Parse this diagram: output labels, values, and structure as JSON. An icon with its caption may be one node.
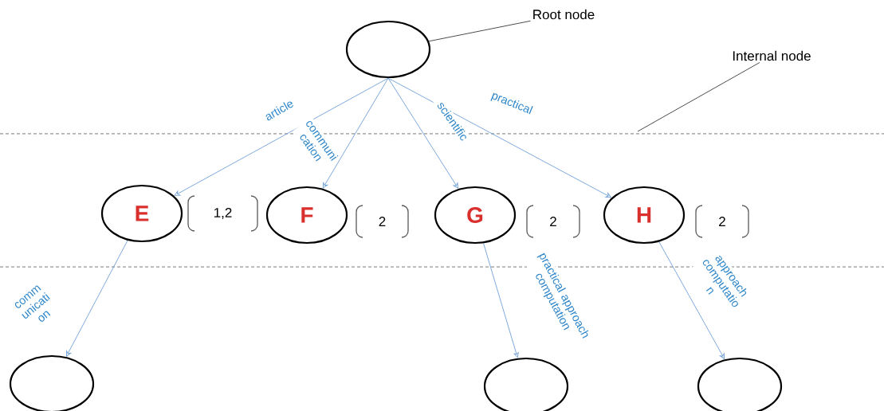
{
  "diagram": {
    "nodes": [
      {
        "text": [],
        "shape": "circle"
      },
      {
        "text": [
          "Root node"
        ]
      },
      {
        "text": [
          "Internal node"
        ]
      },
      {
        "text": [
          "E"
        ],
        "beside": [
          "1,2"
        ]
      },
      {
        "text": [
          "F"
        ],
        "beside": [
          "2"
        ]
      },
      {
        "text": [
          "G"
        ],
        "beside": [
          "2"
        ]
      },
      {
        "text": [
          "H"
        ],
        "beside": [
          "2"
        ]
      },
      {
        "text": [],
        "shape": "circle"
      },
      {
        "text": [],
        "shape": "circle"
      },
      {
        "text": [],
        "shape": "circle"
      }
    ],
    "edges": [
      {
        "from": 1,
        "to": 0,
        "arrow": "none",
        "color": "#4c4c4c"
      },
      {
        "from": 2,
        "to": null,
        "arrow": "none",
        "color": "#4c4c4c"
      },
      {
        "from": 0,
        "to": 3,
        "arrow": "to",
        "label": "article"
      },
      {
        "from": 0,
        "to": 4,
        "arrow": "to",
        "label": "communi cation"
      },
      {
        "from": 0,
        "to": 5,
        "arrow": "to",
        "label": "scientific"
      },
      {
        "from": 0,
        "to": 6,
        "arrow": "to",
        "label": "practical"
      },
      {
        "from": 3,
        "to": 7,
        "arrow": "to",
        "label": "comm unicati on"
      },
      {
        "from": 5,
        "to": 8,
        "arrow": "to",
        "label": "practical approach computation"
      },
      {
        "from": 6,
        "to": 9,
        "arrow": "to",
        "label": "approach computatio n"
      }
    ]
  }
}
